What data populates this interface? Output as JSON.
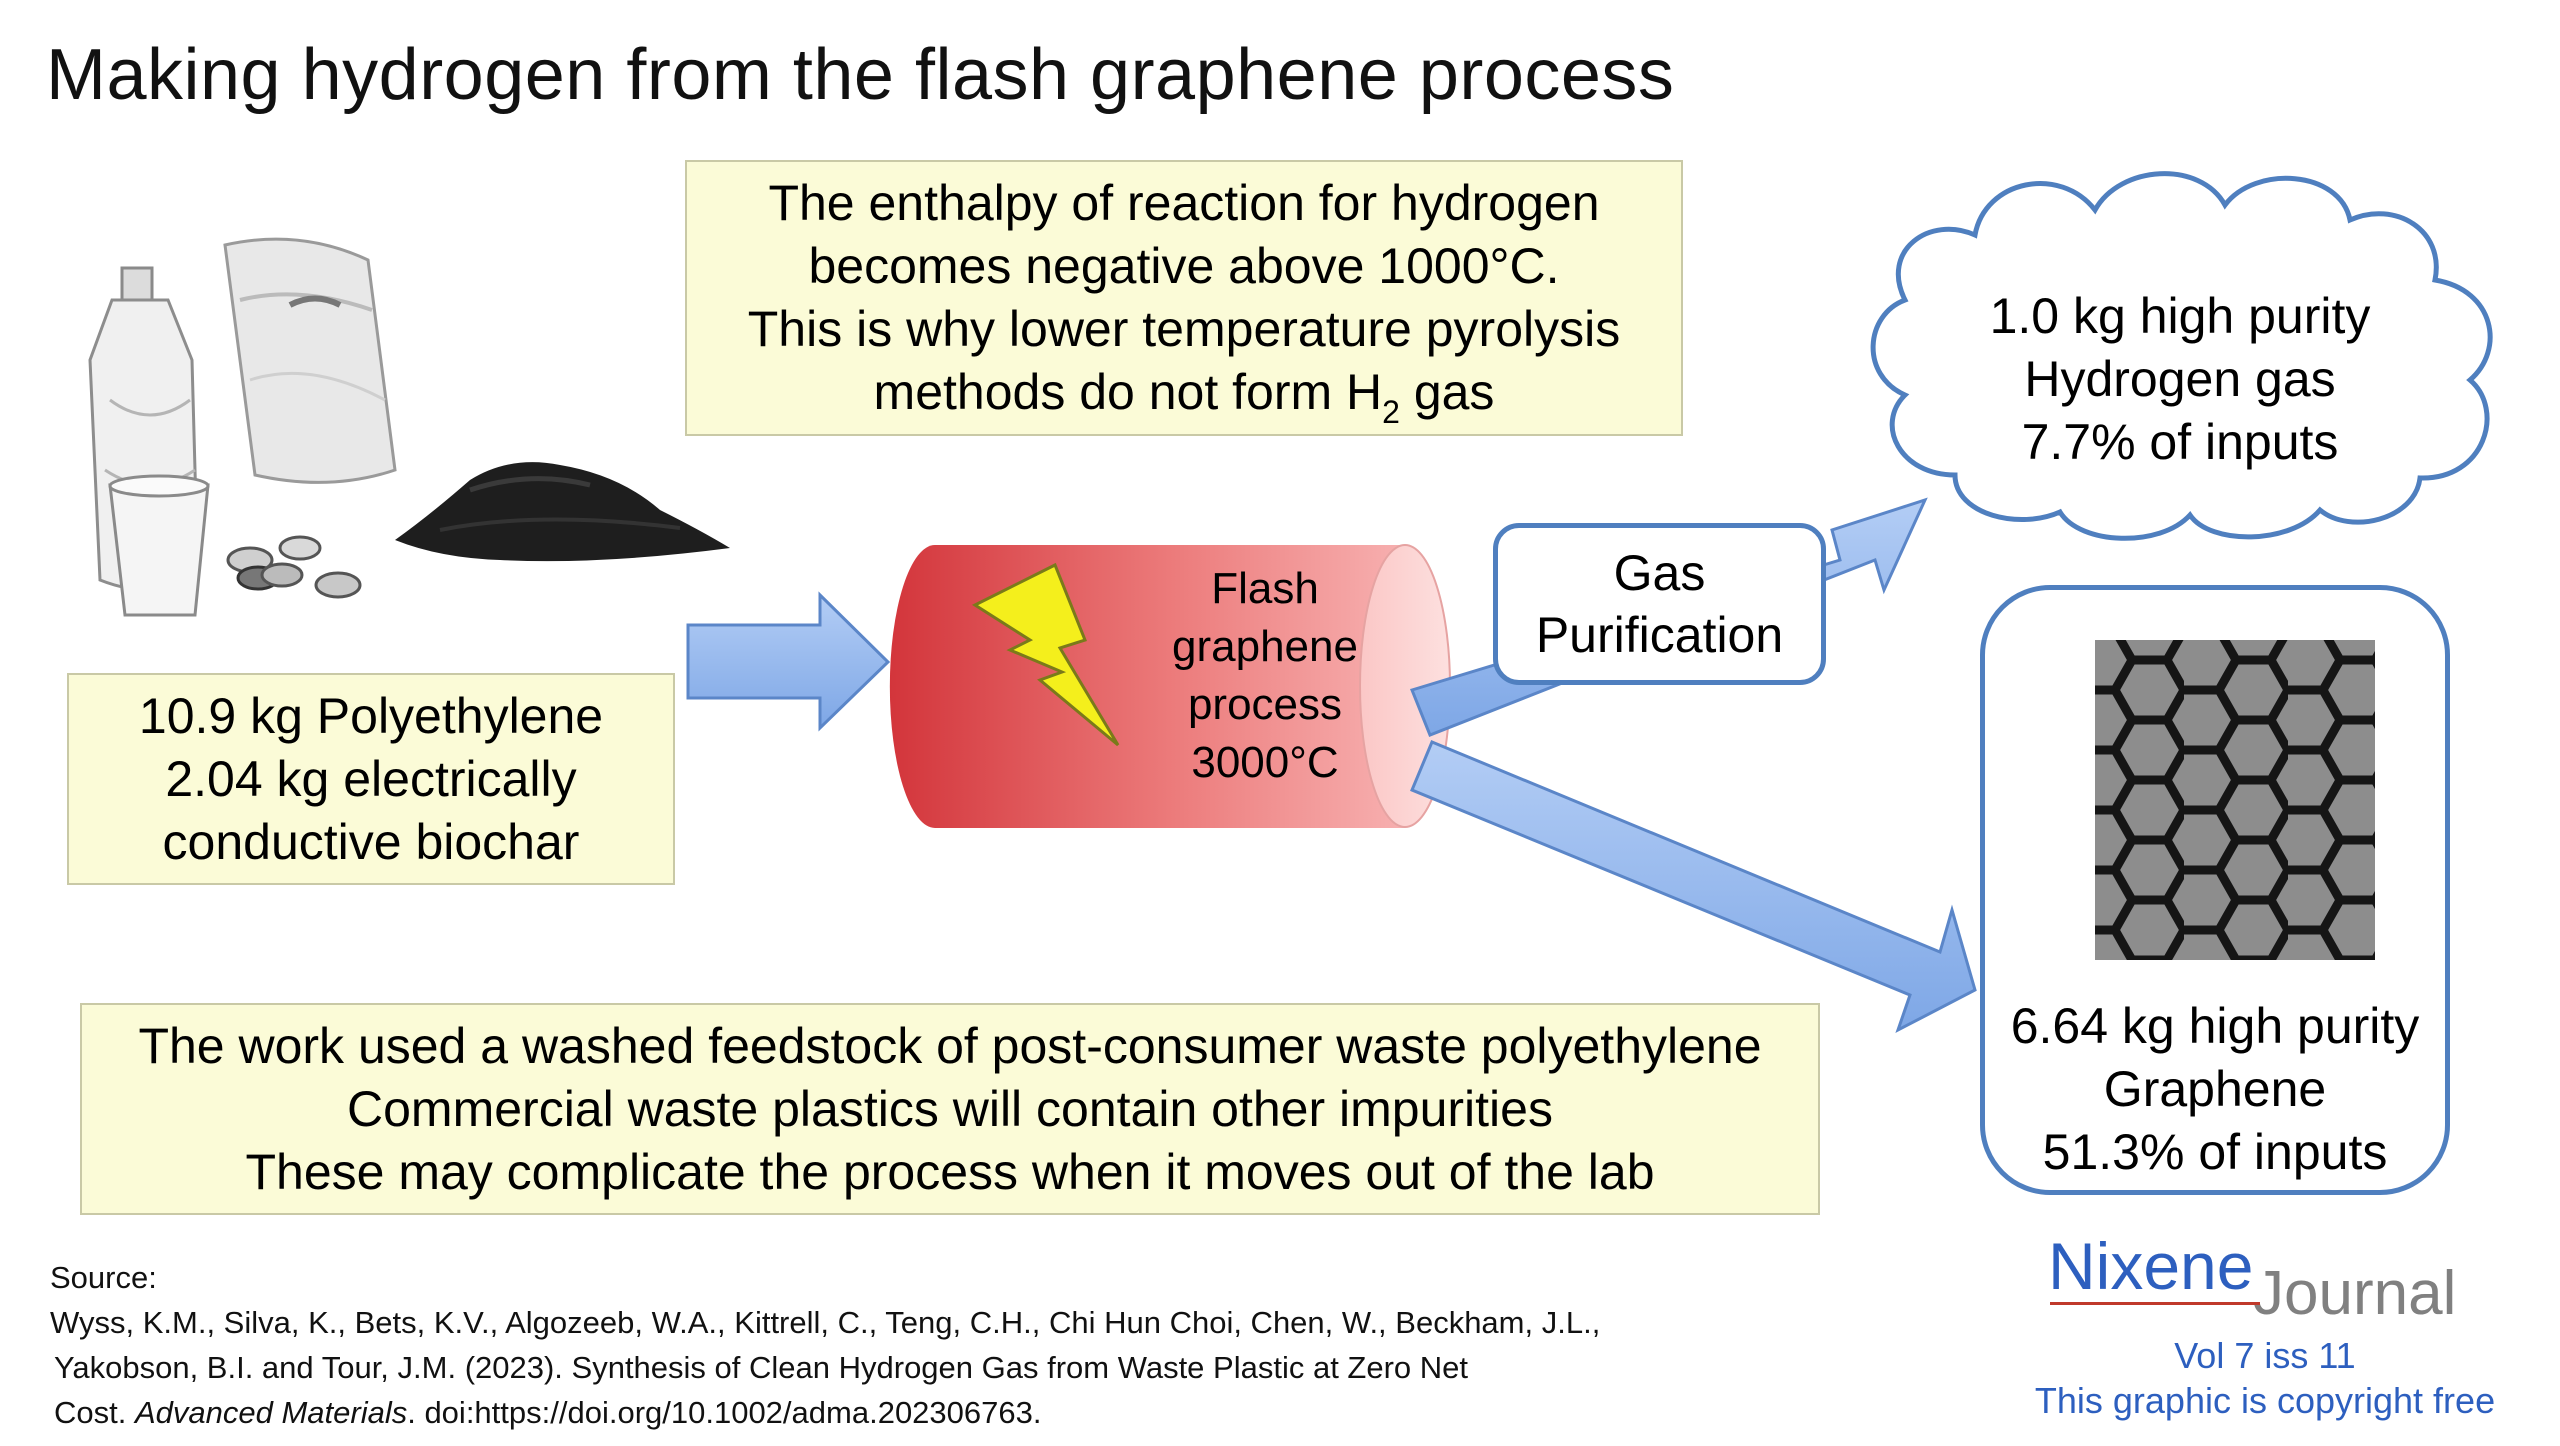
{
  "title": "Making hydrogen from the flash graphene process",
  "enthalpy_box": {
    "line1": "The enthalpy of reaction for hydrogen",
    "line2": "becomes negative above 1000°C.",
    "line3": "This is why lower temperature pyrolysis",
    "line4_prefix": "methods do not form H",
    "line4_sub": "2",
    "line4_suffix": " gas"
  },
  "inputs_box": {
    "line1": "10.9 kg Polyethylene",
    "line2": "2.04 kg electrically",
    "line3": "conductive biochar"
  },
  "reactor": {
    "line1": "Flash",
    "line2": "graphene",
    "line3": "process",
    "line4": "3000°C"
  },
  "gas_purification": {
    "line1": "Gas",
    "line2": "Purification"
  },
  "hydrogen_output": {
    "line1": "1.0 kg high purity",
    "line2": "Hydrogen gas",
    "line3": "7.7% of inputs"
  },
  "graphene_output": {
    "line1": "6.64 kg high purity",
    "line2": "Graphene",
    "line3": "51.3% of inputs"
  },
  "caveat_box": {
    "line1": "The work used a washed feedstock of post-consumer waste polyethylene",
    "line2": "Commercial waste plastics will contain other impurities",
    "line3": "These may complicate the process when it moves out of the lab"
  },
  "source": {
    "label": "Source:",
    "line1": "Wyss, K.M., Silva, K., Bets, K.V., Algozeeb, W.A., Kittrell, C., Teng, C.H., Chi Hun Choi, Chen, W., Beckham, J.L.,",
    "line2": "Yakobson, B.I. and Tour, J.M. (2023). Synthesis of Clean Hydrogen Gas from Waste Plastic at Zero Net",
    "line3_prefix": "Cost. ",
    "line3_italic": "Advanced Materials",
    "line3_suffix": ". doi:https://doi.org/10.1002/adma.202306763."
  },
  "logo": {
    "word1": "Nixene",
    "word2": "Journal",
    "vol": "Vol 7 iss 11",
    "copyright": "This graphic is copyright free"
  },
  "colors": {
    "arrow_fill": "#8fb4ec",
    "arrow_stroke": "#5b86c8",
    "box_border_blue": "#4f7fbf",
    "yellow_box": "#fbfbd7",
    "reactor_red": "#d9393f",
    "reactor_pink": "#f8b7b6",
    "lightning": "#f4ef1c",
    "logo_blue": "#2d5fbf"
  },
  "icons": [
    "plastic-waste-icon",
    "biochar-pile-icon",
    "lightning-icon",
    "cloud-icon",
    "graphene-lattice-icon"
  ]
}
